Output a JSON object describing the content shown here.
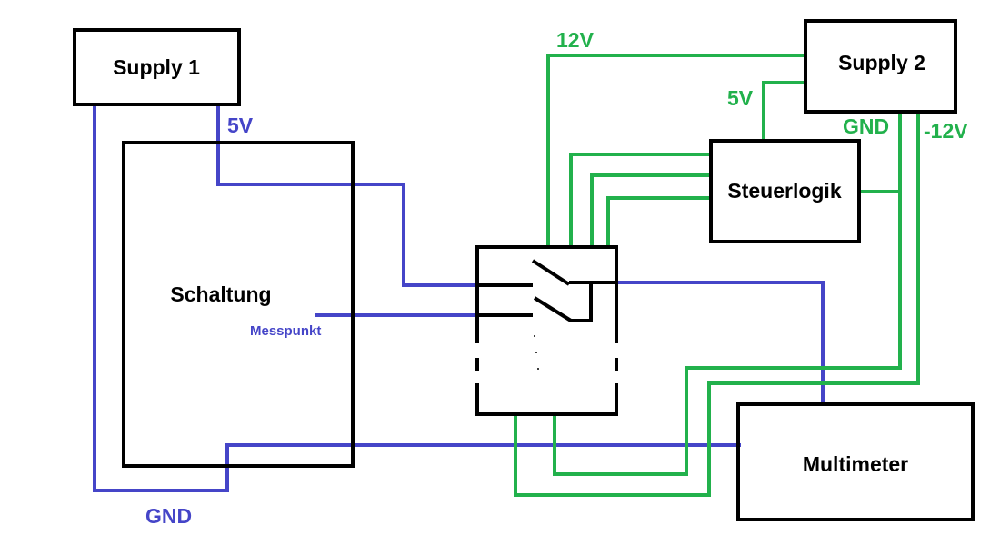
{
  "colors": {
    "blue_wire": "#4545c8",
    "green_wire": "#22b14c",
    "box_stroke": "#000000"
  },
  "blocks": {
    "supply1": "Supply 1",
    "supply2": "Supply 2",
    "schaltung": "Schaltung",
    "steuerlogik": "Steuerlogik",
    "multimeter": "Multimeter"
  },
  "labels": {
    "messpunkt": "Messpunkt",
    "supply1_5v": "5V",
    "supply1_gnd": "GND",
    "supply2_12v": "12V",
    "supply2_5v": "5V",
    "supply2_gnd": "GND",
    "supply2_neg12v": "-12V"
  }
}
